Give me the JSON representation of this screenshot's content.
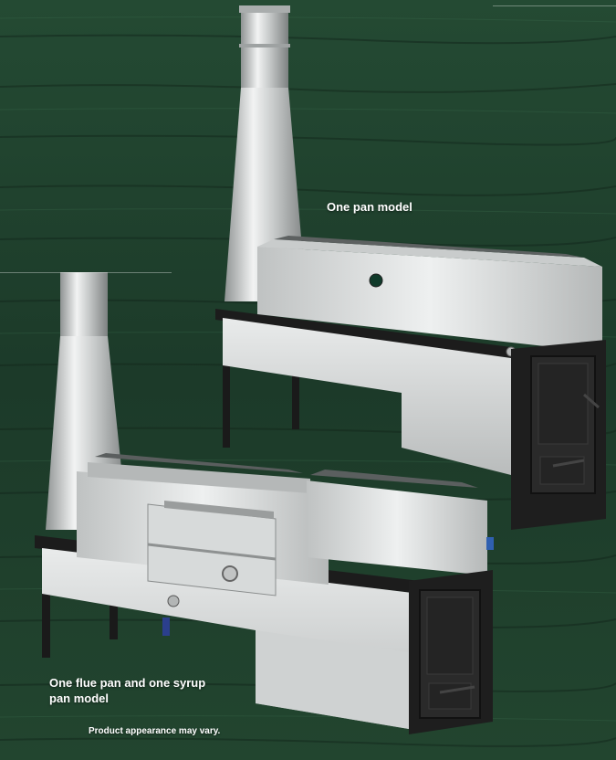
{
  "labels": {
    "one_pan": "One pan model",
    "flue_line1": "One flue pan and one syrup",
    "flue_line2": "pan model",
    "note": "Product appearance may vary."
  },
  "colors": {
    "background_green": "#1f3f2c",
    "steel": "#d6d8d8",
    "firebox": "#1e1e1e"
  }
}
